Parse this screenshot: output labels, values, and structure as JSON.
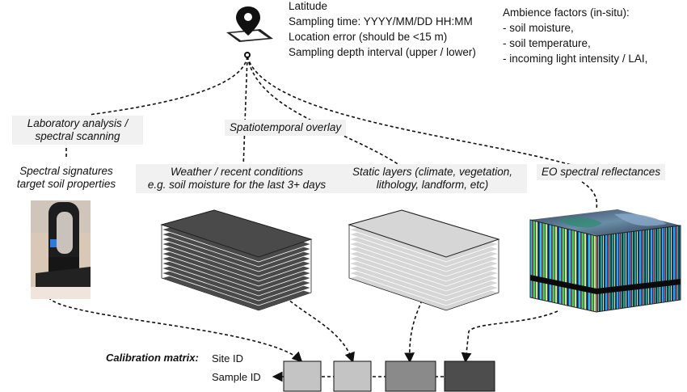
{
  "sampling_info": {
    "lines": [
      "Latitude",
      "Sampling time: YYYY/MM/DD HH:MM",
      "Location error (should be <15 m)",
      "Sampling depth interval (upper / lower)"
    ]
  },
  "ambience": {
    "title": "Ambience factors (in-situ):",
    "items": [
      "- soil moisture,",
      "- soil temperature,",
      "- incoming light intensity / LAI,"
    ]
  },
  "labels": {
    "lab_line1": "Laboratory analysis /",
    "lab_line2": "spectral scanning",
    "overlay": "Spatiotemporal overlay",
    "spectral_line1": "Spectral signatures",
    "spectral_line2": "target soil properties",
    "weather_line1": "Weather / recent conditions",
    "weather_line2": "e.g. soil moisture for the last 3+ days",
    "static_line1": "Static layers (climate, vegetation,",
    "static_line2": "lithology, landform, etc)",
    "eo": "EO spectral reflectances"
  },
  "calibration": {
    "title": "Calibration matrix:",
    "site_id": "Site ID",
    "sample_id": "Sample ID",
    "columns": [
      {
        "fill": "#c4c4c4"
      },
      {
        "fill": "#c4c4c4"
      },
      {
        "fill": "#8a8a8a"
      },
      {
        "fill": "#4d4d4d"
      }
    ]
  },
  "icons": {
    "location": "location-pin-phone-icon",
    "instrument": "lab-instrument-photo",
    "weather_stack": "dark-raster-stack",
    "static_stack": "light-raster-stack",
    "eo_cube": "hyperspectral-cube"
  },
  "colors": {
    "weather_layer": "#4a4a4a",
    "static_layer": "#d6d6d6",
    "label_bg": "#f1f1f1"
  }
}
